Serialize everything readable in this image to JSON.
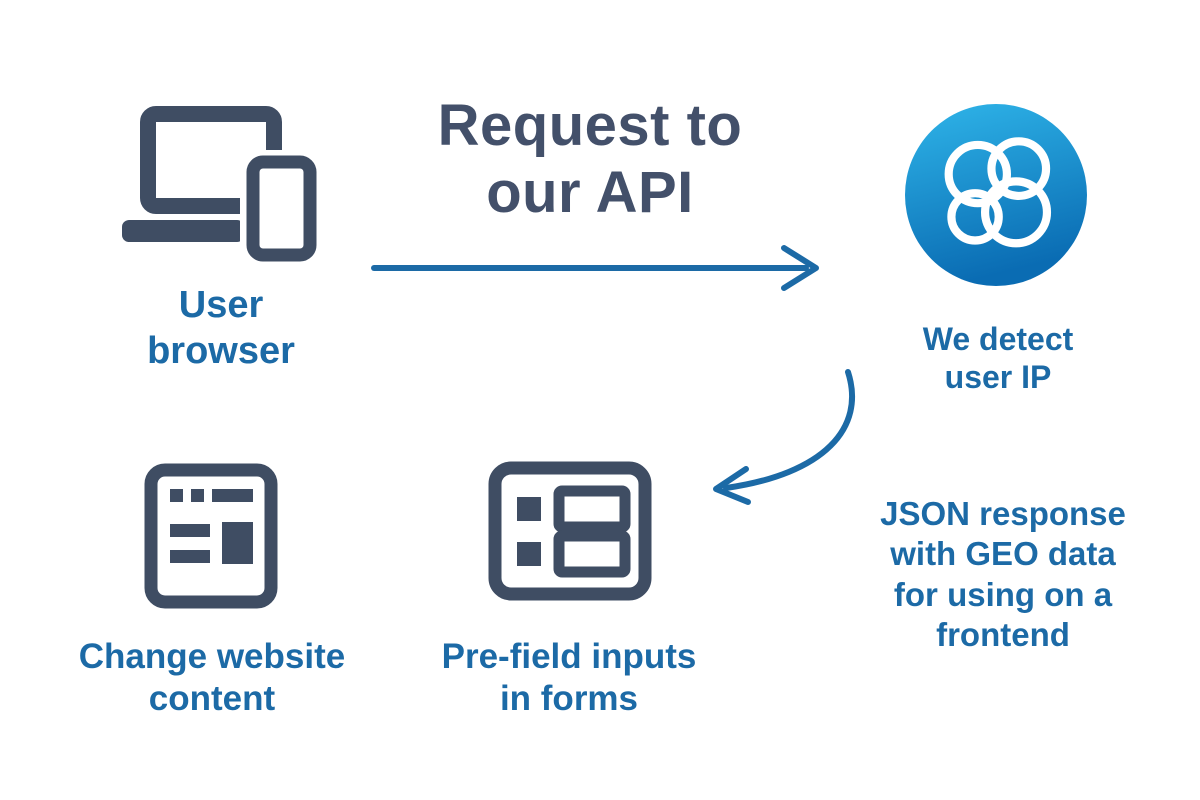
{
  "colors": {
    "dark_slate": "#3f4d63",
    "heading_slate": "#43506a",
    "blue_text": "#1c6aa6",
    "arrow_blue": "#1c6aa6",
    "logo_gradient_top": "#2fb5e9",
    "logo_gradient_bottom": "#0a6cb3",
    "logo_rings": "#ffffff",
    "background": "#ffffff"
  },
  "heading": {
    "lines": [
      "Request to",
      "our API"
    ]
  },
  "nodes": {
    "user_browser": {
      "label_lines": [
        "User",
        "browser"
      ]
    },
    "we_detect": {
      "label_lines": [
        "We detect",
        "user IP"
      ]
    },
    "json_response": {
      "label_lines": [
        "JSON response",
        "with GEO data",
        "for using on a",
        "frontend"
      ]
    },
    "change_website": {
      "label_lines": [
        "Change website",
        "content"
      ]
    },
    "prefill_inputs": {
      "label_lines": [
        "Pre-field inputs",
        "in forms"
      ]
    }
  },
  "icons": {
    "user_browser": "laptop-and-phone-icon",
    "we_detect": "overlapping-circles-logo",
    "change_website": "browser-window-icon",
    "prefill_inputs": "form-rows-icon",
    "request_arrow": "right-arrow",
    "response_arrow": "curved-arrow-down-left"
  }
}
